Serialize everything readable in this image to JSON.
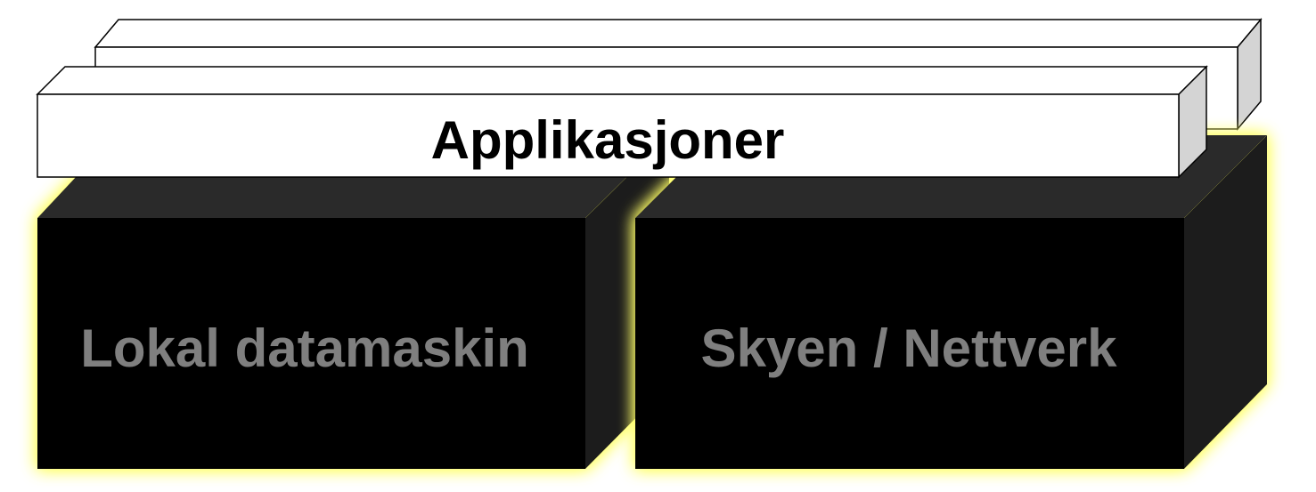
{
  "colors": {
    "background": "#ffffff",
    "box_face": "#000000",
    "box_side": "#1a1a1a",
    "box_top": "#2a2a2a",
    "box_text": "#7f7f7f",
    "bar_face": "#ffffff",
    "bar_side": "#d4d4d4",
    "bar_outline": "#000000",
    "bar_text": "#000000",
    "glow": "#ffff66"
  },
  "application_bar": {
    "label": "Applikasjoner"
  },
  "blocks": [
    {
      "id": "local",
      "label": "Lokal datamaskin"
    },
    {
      "id": "cloud",
      "label": "Skyen / Nettverk"
    }
  ]
}
